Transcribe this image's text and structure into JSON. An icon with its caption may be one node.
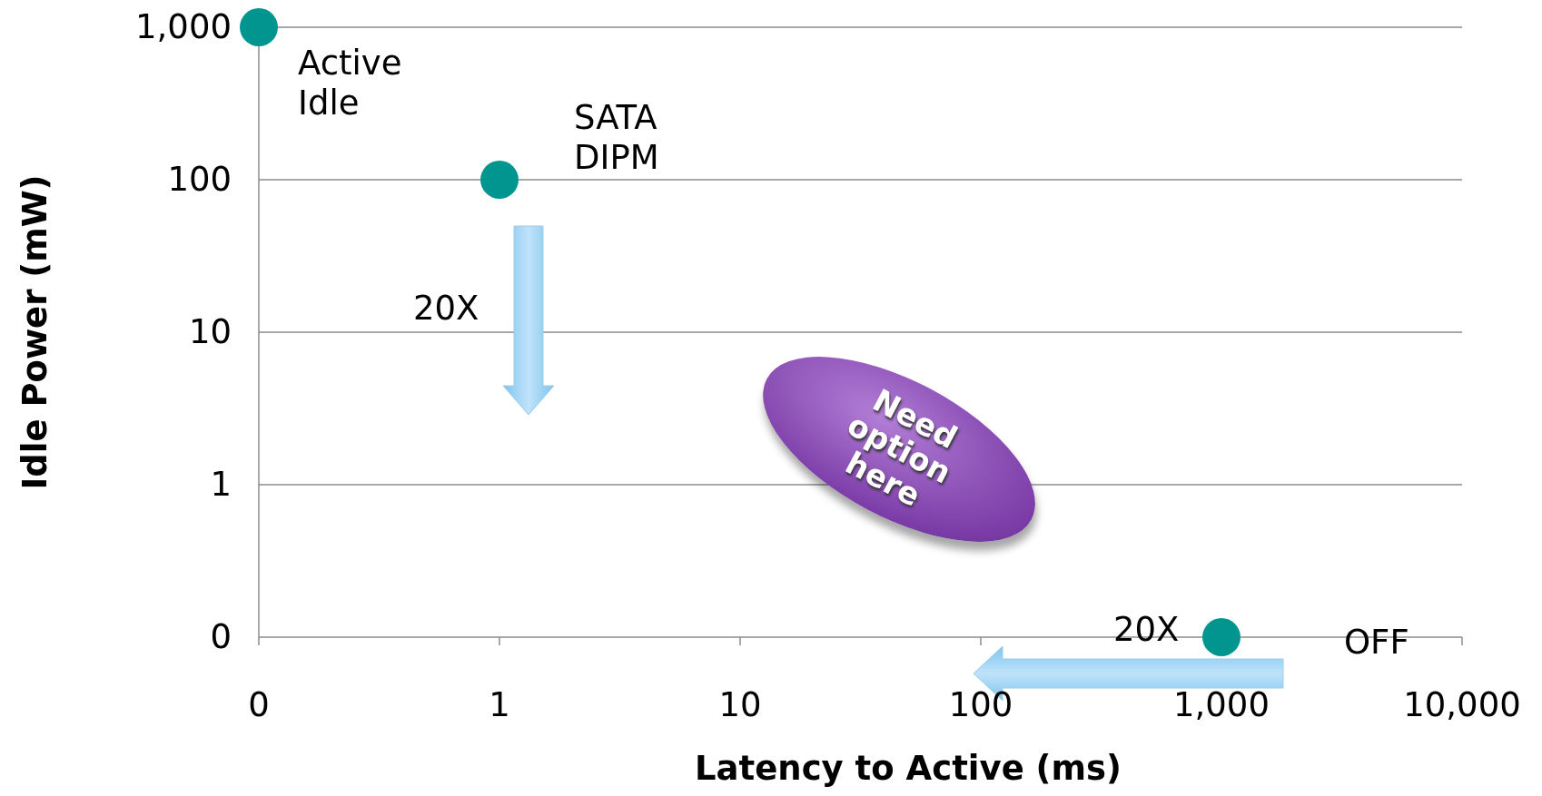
{
  "diagram": {
    "nodes": [
      {
        "text": [
          "Need option here"
        ]
      }
    ],
    "labels": [
      "Idle Power (mW)",
      "1,000",
      "Active Idle",
      "SATA DIPM",
      "100",
      "20X",
      "10",
      "1",
      "0",
      "20X",
      "OFF",
      "0",
      "1",
      "10",
      "100",
      "1,000",
      "10,000",
      "Latency to Active (ms)"
    ]
  }
}
